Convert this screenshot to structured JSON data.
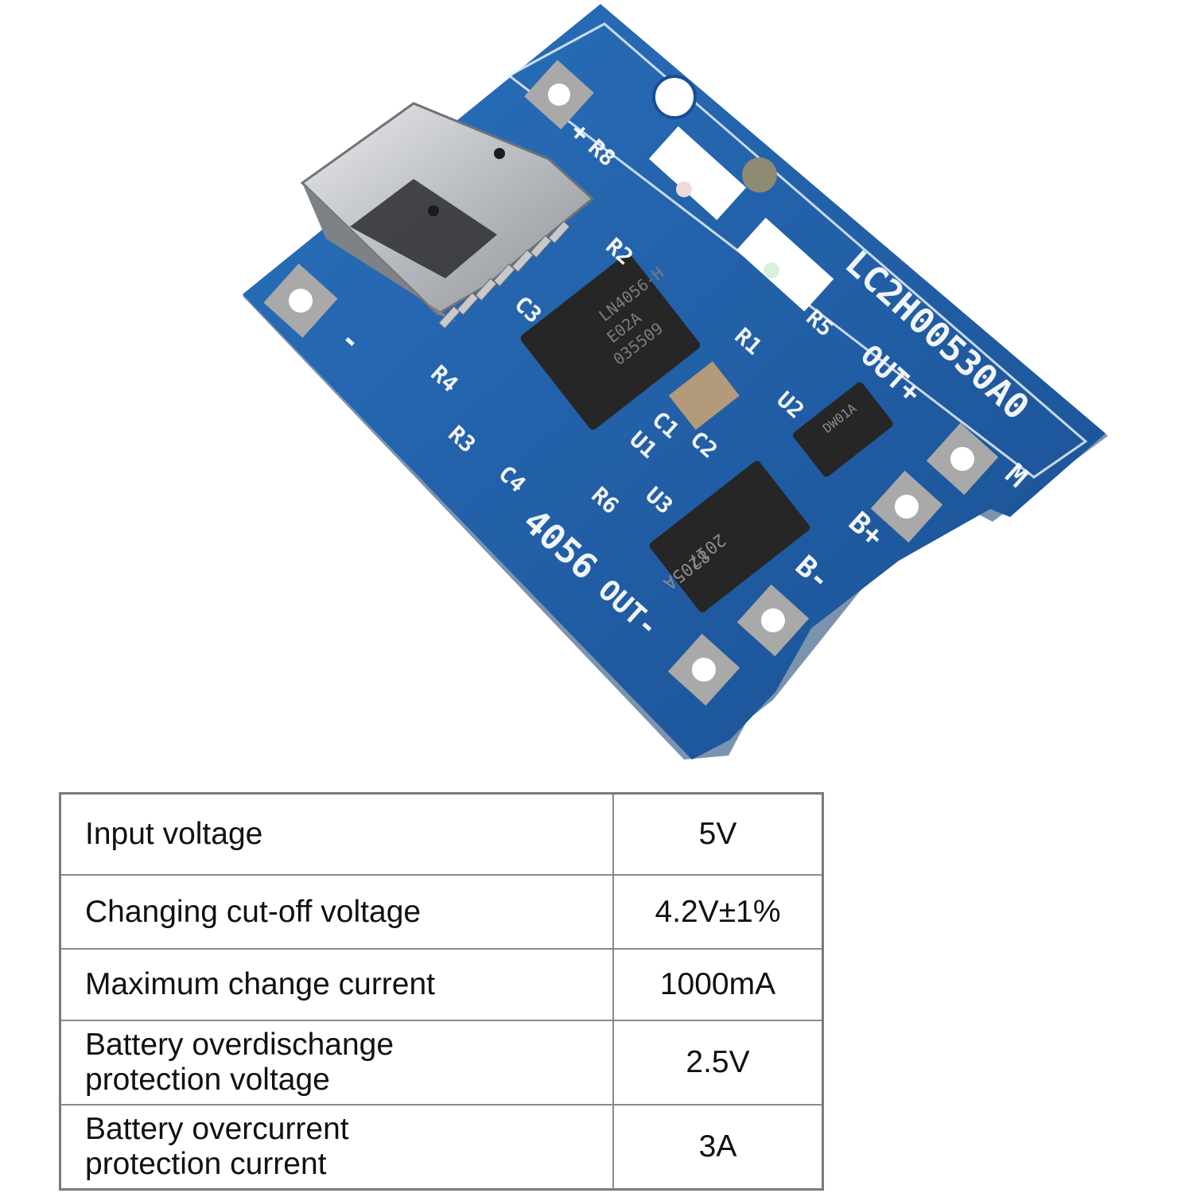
{
  "board": {
    "silkscreen": {
      "model_code": "LC2H00530A0",
      "board_name": "4056",
      "out_plus": "OUT+",
      "out_minus": "OUT-",
      "b_plus": "B+",
      "b_minus": "B-",
      "m": "M",
      "minus": "-",
      "plus": "+",
      "r1": "R1",
      "r2": "R2",
      "r3": "R3",
      "r4": "R4",
      "r5": "R5",
      "r6": "R6",
      "r8": "R8",
      "c1": "C1",
      "c2": "C2",
      "c3": "C3",
      "c4": "C4",
      "u1": "U1",
      "u2": "U2",
      "u3": "U3"
    },
    "chips": {
      "u1_lines": [
        "LN4056-H",
        "E02A",
        "035509"
      ],
      "u2_marking": "DW01A",
      "u3_lines": [
        "8205A",
        "2017"
      ]
    },
    "colors": {
      "pcb": "#1f5fa8",
      "pcb_dark": "#174a87",
      "pad": "#a9a9a9",
      "chip": "#2a2a2a",
      "silk": "#f2f4f7",
      "metal": "#c9cbce"
    }
  },
  "specs": {
    "rows": [
      {
        "label": "Input voltage",
        "value": "5V"
      },
      {
        "label": "Changing cut-off voltage",
        "value": "4.2V±1%"
      },
      {
        "label": "Maximum change current",
        "value": "1000mA"
      },
      {
        "label": "Battery overdischange\nprotection voltage",
        "value": "2.5V"
      },
      {
        "label": "Battery overcurrent\nprotection current",
        "value": "3A"
      }
    ]
  }
}
